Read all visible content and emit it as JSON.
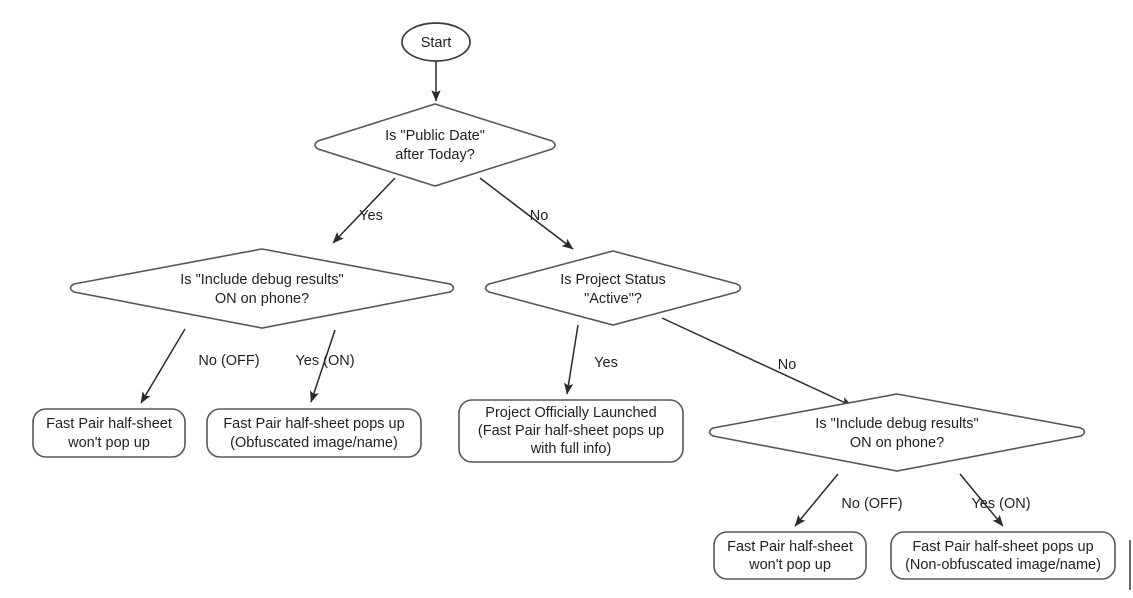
{
  "diagram": {
    "title": "Fast Pair half-sheet debug decision flowchart",
    "colors": {
      "shape_stroke": "#58585a",
      "edge_stroke": "#2b2b2d",
      "text": "#231f20",
      "background": "#ffffff"
    },
    "nodes": {
      "start": {
        "type": "terminator-ellipse",
        "label": "Start"
      },
      "decision_public_date": {
        "type": "decision-diamond",
        "line1": "Is \"Public Date\"",
        "line2": "after Today?"
      },
      "decision_debug_left": {
        "type": "decision-diamond",
        "line1": "Is \"Include debug results\"",
        "line2": "ON on phone?"
      },
      "decision_project_status": {
        "type": "decision-diamond",
        "line1": "Is Project Status",
        "line2": "\"Active\"?"
      },
      "decision_debug_right": {
        "type": "decision-diamond",
        "line1": "Is \"Include debug results\"",
        "line2": "ON on phone?"
      },
      "result_left_off": {
        "type": "rounded-rect",
        "line1": "Fast Pair half-sheet",
        "line2": "won't pop up"
      },
      "result_left_on": {
        "type": "rounded-rect",
        "line1": "Fast Pair half-sheet pops up",
        "line2": "(Obfuscated image/name)"
      },
      "result_launched": {
        "type": "rounded-rect",
        "line1": "Project Officially Launched",
        "line2": "(Fast Pair half-sheet pops up",
        "line3": "with full info)"
      },
      "result_right_off": {
        "type": "rounded-rect",
        "line1": "Fast Pair half-sheet",
        "line2": "won't pop up"
      },
      "result_right_on": {
        "type": "rounded-rect",
        "line1": "Fast Pair half-sheet pops up",
        "line2": "(Non-obfuscated image/name)"
      }
    },
    "edge_labels": {
      "public_date_yes": "Yes",
      "public_date_no": "No",
      "debug_left_no": "No (OFF)",
      "debug_left_yes": "Yes (ON)",
      "project_status_yes": "Yes",
      "project_status_no": "No",
      "debug_right_no": "No (OFF)",
      "debug_right_yes": "Yes (ON)"
    }
  }
}
